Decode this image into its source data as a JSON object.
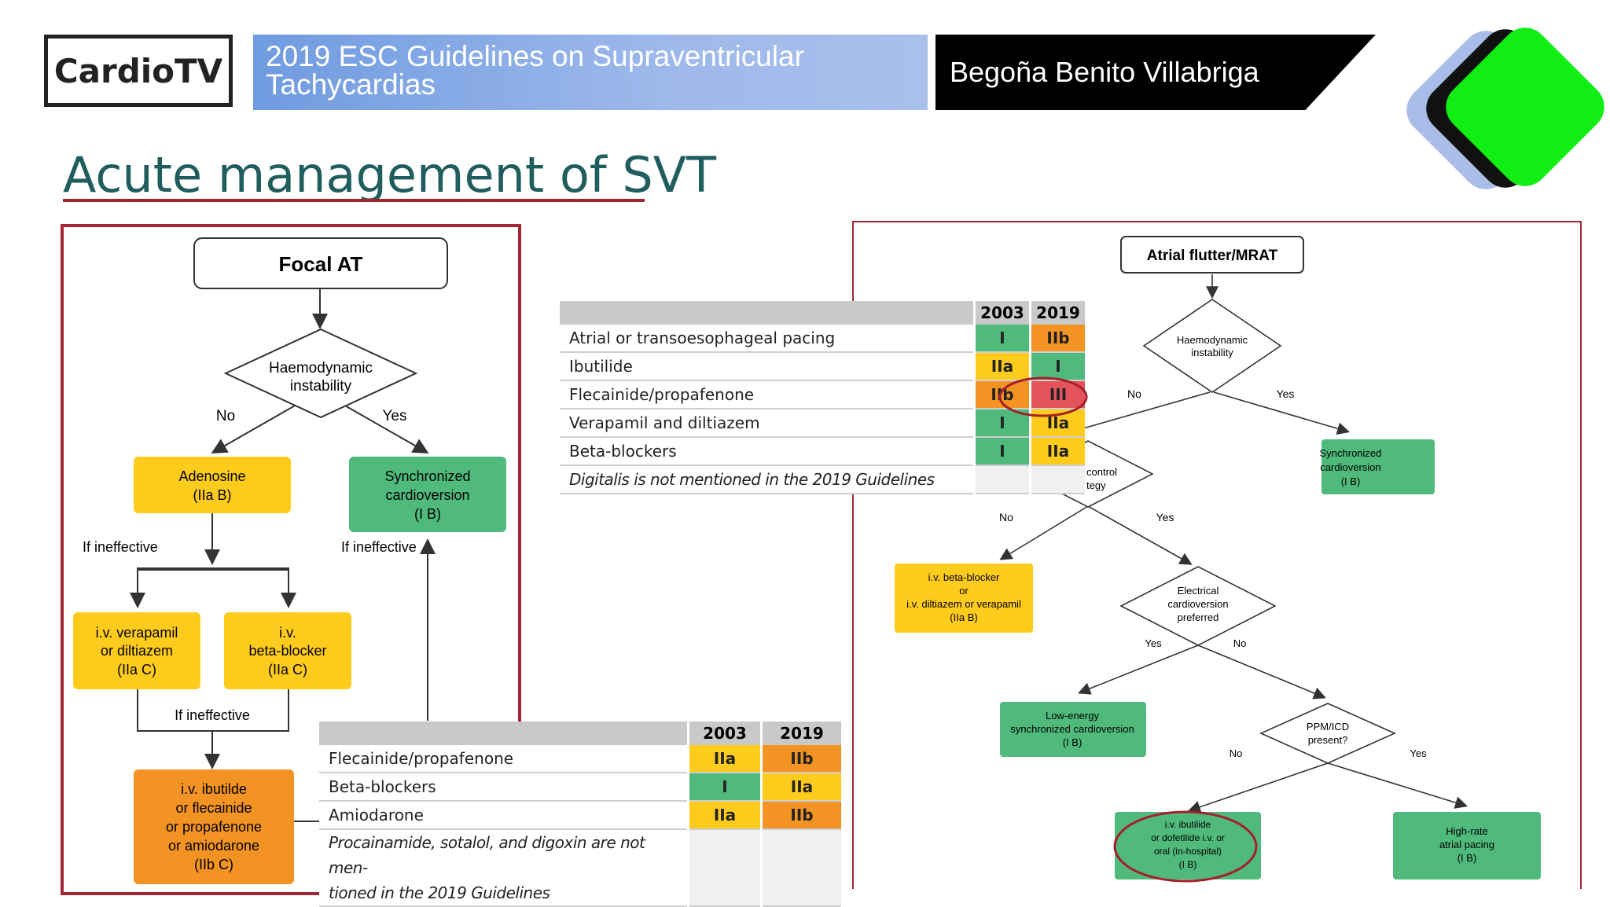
{
  "header": {
    "logo": "CardioTV",
    "title_line1": "2019 ESC Guidelines on Supraventricular",
    "title_line2": "Tachycardias",
    "speaker": "Begoña Benito Villabriga",
    "colors": {
      "blue": "#7aa3e4",
      "black": "#000000",
      "green": "#10ee14"
    }
  },
  "page_title": "Acute management of SVT",
  "focal_at": {
    "start": "Focal AT",
    "diamond_line1": "Haemodynamic",
    "diamond_line2": "instability",
    "no": "No",
    "yes": "Yes",
    "adenosine_1": "Adenosine",
    "adenosine_2": "(IIa B)",
    "sync_1": "Synchronized",
    "sync_2": "cardioversion",
    "sync_3": "(I B)",
    "if_ineffective_1": "If ineffective",
    "if_ineffective_2": "If ineffective",
    "if_ineffective_3": "If ineffective",
    "verapamil_1": "i.v. verapamil",
    "verapamil_2": "or diltiazem",
    "verapamil_3": "(IIa C)",
    "beta_1": "i.v.",
    "beta_2": "beta-blocker",
    "beta_3": "(IIa C)",
    "ibutilide_1": "i.v. ibutilde",
    "ibutilide_2": "or flecainide",
    "ibutilide_3": "or propafenone",
    "ibutilide_4": "or amiodarone",
    "ibutilide_5": "(IIb C)"
  },
  "flutter": {
    "start": "Atrial flutter/MRAT",
    "d1_line1": "Haemodynamic",
    "d1_line2": "instability",
    "no": "No",
    "yes": "Yes",
    "sync_1": "Synchronized",
    "sync_2": "cardioversion",
    "sync_3": "(I B)",
    "d2_line1": "control",
    "d2_line2": "tegy",
    "no2": "No",
    "yes2": "Yes",
    "bb_1": "i.v. beta-blocker",
    "bb_2": "or",
    "bb_3": "i.v. diltiazem or verapamil",
    "bb_4": "(IIa B)",
    "d3_line1": "Electrical",
    "d3_line2": "cardioversion",
    "d3_line3": "preferred",
    "yes3": "Yes",
    "no3": "No",
    "low_1": "Low-energy",
    "low_2": "synchronized cardioversion",
    "low_3": "(I B)",
    "d4_line1": "PPM/ICD",
    "d4_line2": "present?",
    "no4": "No",
    "yes4": "Yes",
    "ibut_1": "i.v. ibutilide",
    "ibut_2": "or dofetilide i.v. or",
    "ibut_3": "oral (in-hospital)",
    "ibut_4": "(I B)",
    "pacing_1": "High-rate",
    "pacing_2": "atrial pacing",
    "pacing_3": "(I B)"
  },
  "table_top": {
    "years": [
      "2003",
      "2019"
    ],
    "rows": [
      {
        "drug": "Atrial or transoesophageal pacing",
        "y2003": "I",
        "y2019": "IIb",
        "c2003": "green",
        "c2019": "orange"
      },
      {
        "drug": "Ibutilide",
        "y2003": "IIa",
        "y2019": "I",
        "c2003": "yellow",
        "c2019": "green"
      },
      {
        "drug": "Flecainide/propafenone",
        "y2003": "IIb",
        "y2019": "III",
        "c2003": "orange",
        "c2019": "red"
      },
      {
        "drug": "Verapamil and diltiazem",
        "y2003": "I",
        "y2019": "IIa",
        "c2003": "green",
        "c2019": "yellow"
      },
      {
        "drug": "Beta-blockers",
        "y2003": "I",
        "y2019": "IIa",
        "c2003": "green",
        "c2019": "yellow"
      }
    ],
    "note": "Digitalis is not mentioned in the 2019 Guidelines"
  },
  "table_bottom": {
    "years": [
      "2003",
      "2019"
    ],
    "rows": [
      {
        "drug": "Flecainide/propafenone",
        "y2003": "IIa",
        "y2019": "IIb",
        "c2003": "yellow",
        "c2019": "orange"
      },
      {
        "drug": "Beta-blockers",
        "y2003": "I",
        "y2019": "IIa",
        "c2003": "green",
        "c2019": "yellow"
      },
      {
        "drug": "Amiodarone",
        "y2003": "IIa",
        "y2019": "IIb",
        "c2003": "yellow",
        "c2019": "orange"
      }
    ],
    "note_line1": "Procainamide, sotalol, and digoxin are not men-",
    "note_line2": "tioned in the 2019 Guidelines"
  }
}
